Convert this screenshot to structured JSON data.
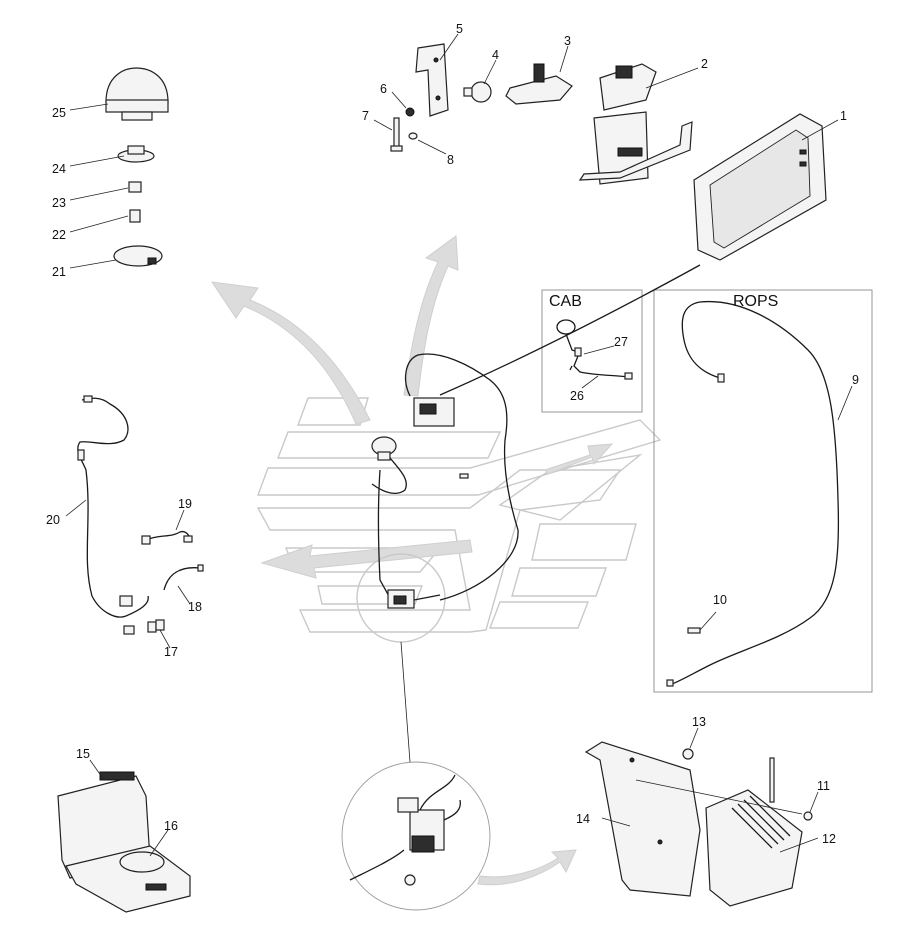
{
  "boxes": {
    "cab": "CAB",
    "rops": "ROPS"
  },
  "labels": {
    "p1": "1",
    "p2": "2",
    "p3": "3",
    "p4": "4",
    "p5": "5",
    "p6": "6",
    "p7": "7",
    "p8": "8",
    "p9": "9",
    "p10": "10",
    "p11": "11",
    "p12": "12",
    "p13": "13",
    "p14": "14",
    "p15": "15",
    "p16": "16",
    "p17": "17",
    "p18": "18",
    "p19": "19",
    "p20": "20",
    "p21": "21",
    "p22": "22",
    "p23": "23",
    "p24": "24",
    "p25": "25",
    "p26": "26",
    "p27": "27"
  }
}
